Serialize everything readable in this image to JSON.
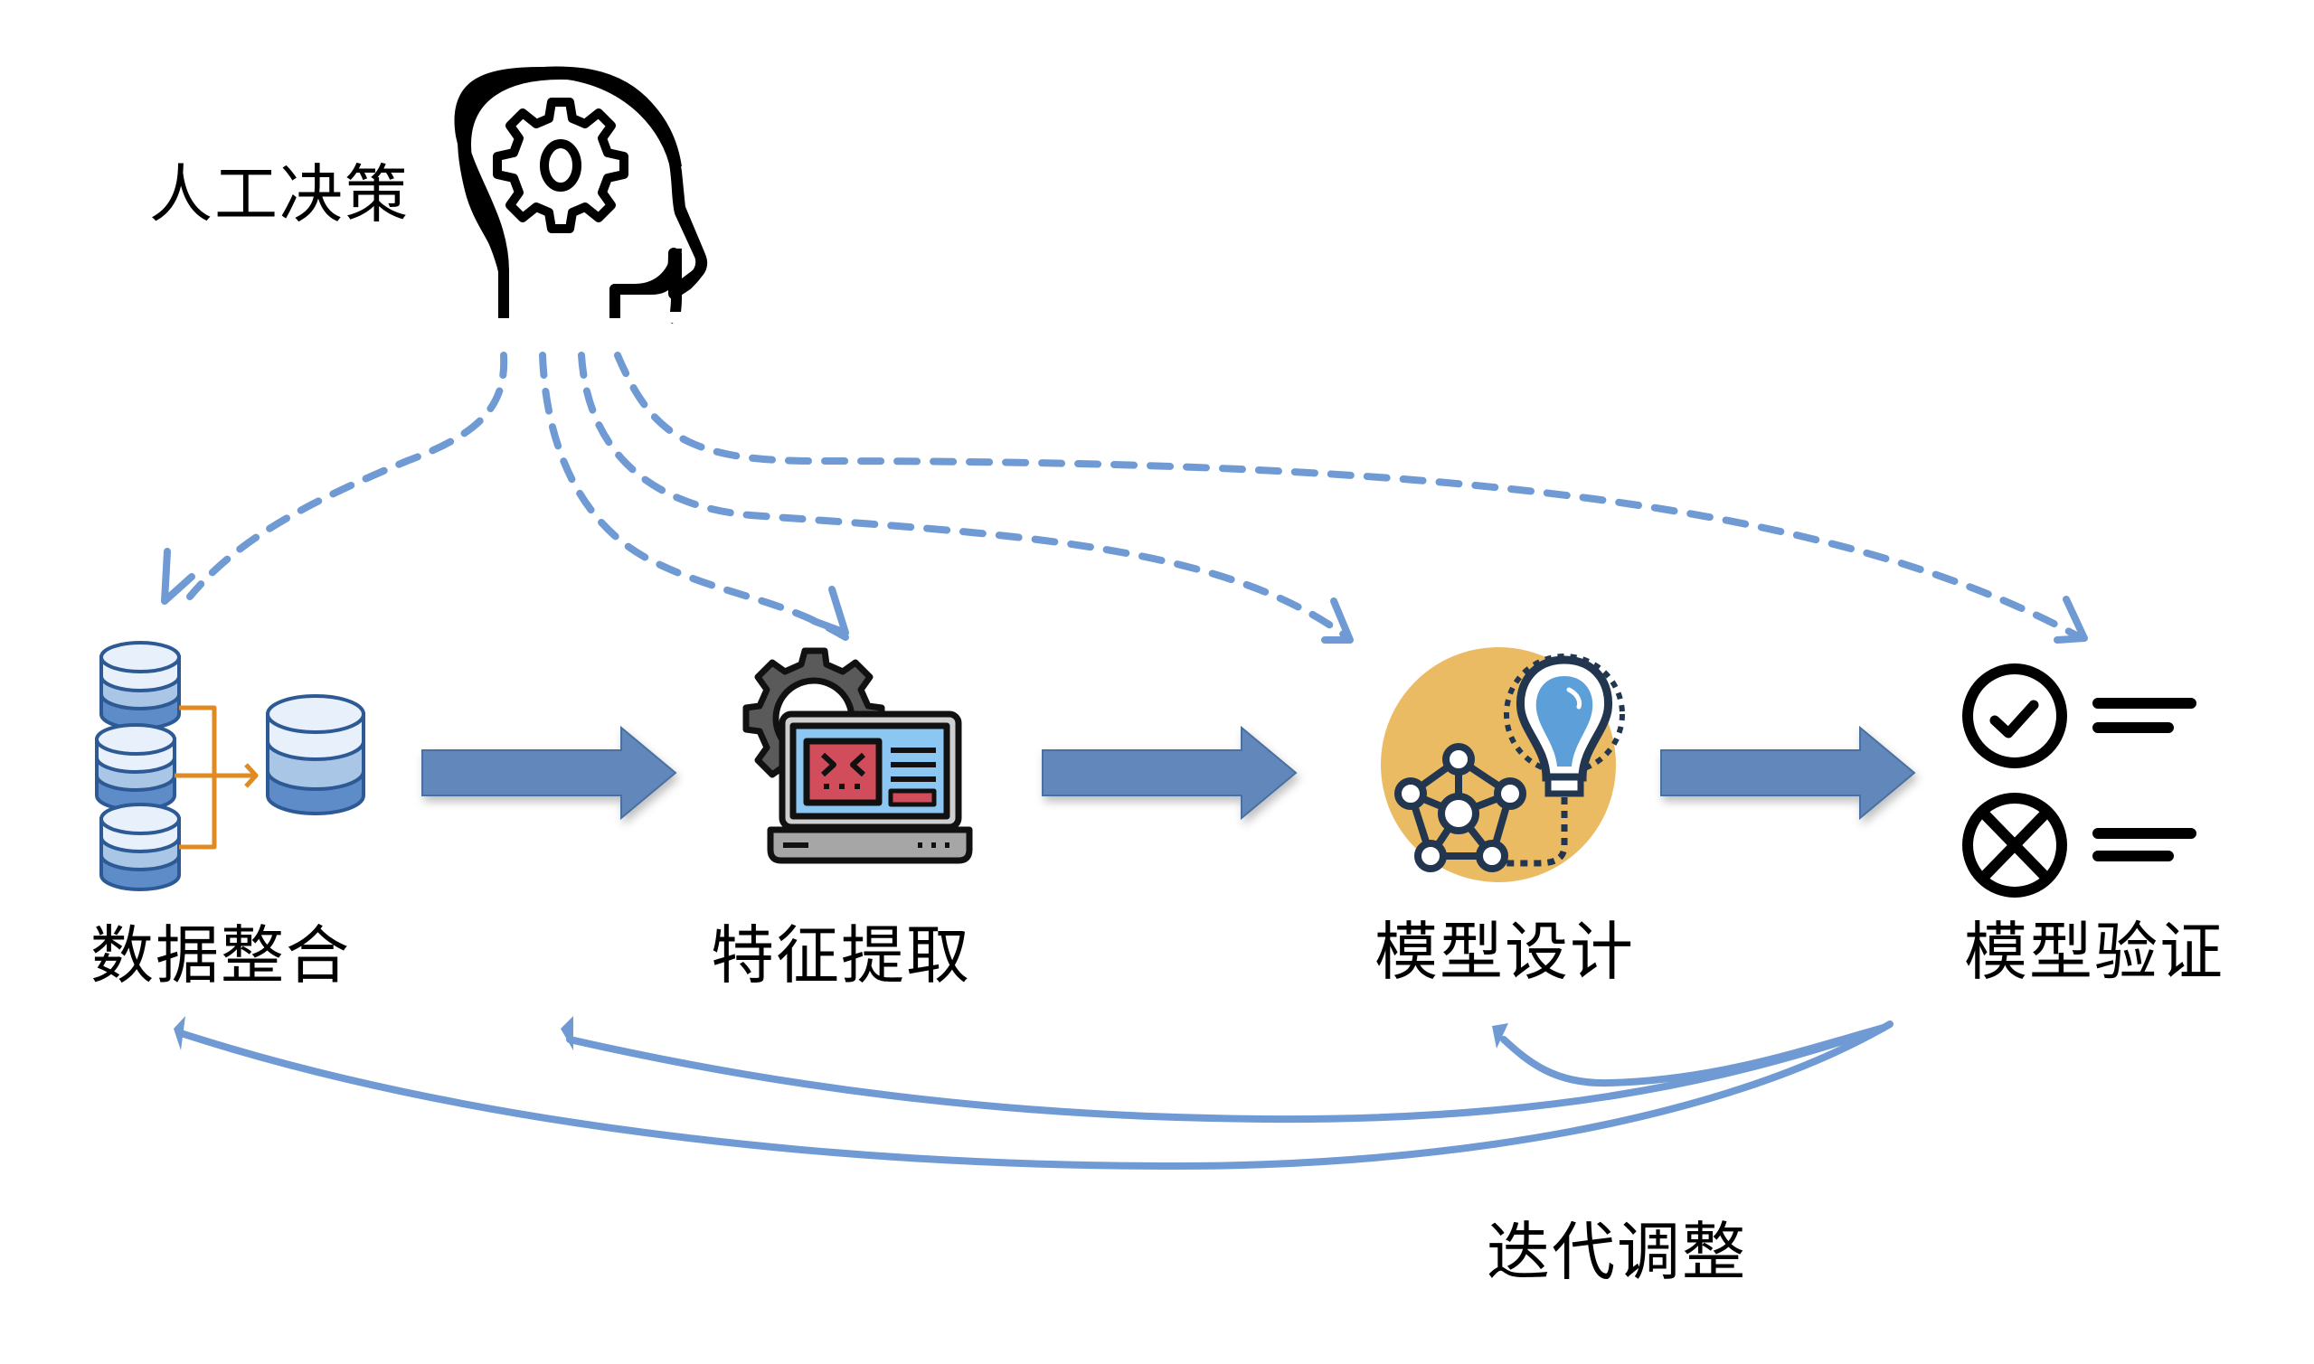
{
  "title": "人工决策",
  "stages": [
    {
      "id": "data-integration",
      "label": "数据整合",
      "icon": "database-merge-icon"
    },
    {
      "id": "feature-extraction",
      "label": "特征提取",
      "icon": "laptop-gear-icon"
    },
    {
      "id": "model-design",
      "label": "模型设计",
      "icon": "network-lightbulb-icon"
    },
    {
      "id": "model-validation",
      "label": "模型验证",
      "icon": "check-cross-list-icon"
    }
  ],
  "feedback_label": "迭代调整",
  "decision_icon": "head-gear-icon",
  "colors": {
    "arrow_fill": "#6287BB",
    "arrow_stroke": "#4A6FA0",
    "link_line": "#6F9AD3",
    "orange": "#E08A22",
    "yellow": "#EBBB63",
    "bulb_blue": "#5C9FD9",
    "navy": "#223650"
  }
}
